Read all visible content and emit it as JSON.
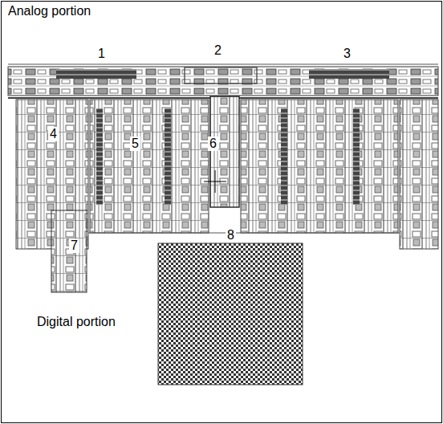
{
  "diagram": {
    "labels": [
      "Analog portion",
      "1",
      "2",
      "3",
      "4",
      "5",
      "6",
      "7",
      "8",
      "Digital portion"
    ]
  }
}
